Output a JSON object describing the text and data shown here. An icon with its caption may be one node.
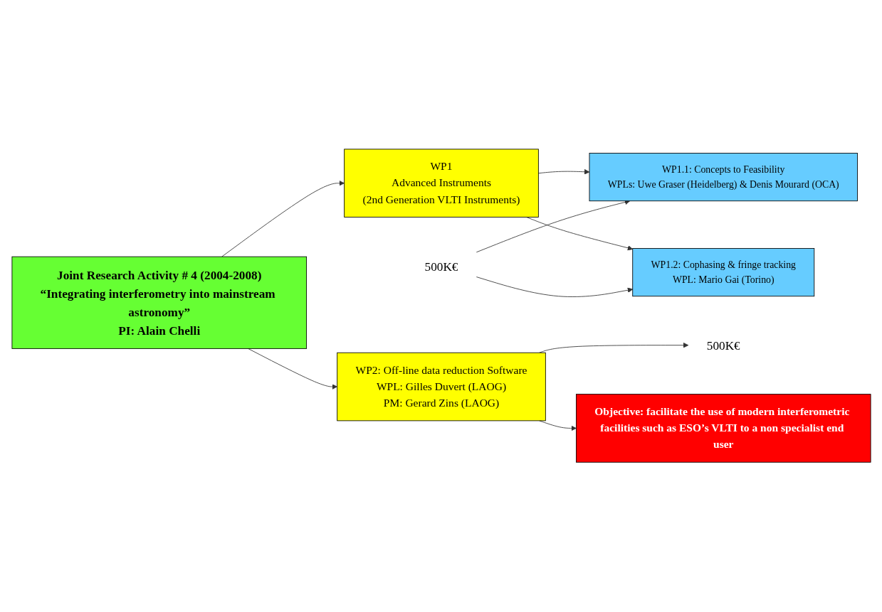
{
  "diagram": {
    "nodes": [
      {
        "text": [
          "Joint Research Activity # 4 (2004-2008)",
          "“Integrating interferometry into mainstream astronomy”",
          "PI: Alain Chelli"
        ]
      },
      {
        "text": [
          "WP1",
          "Advanced Instruments",
          "(2nd Generation VLTI Instruments)"
        ]
      },
      {
        "text": [
          "WP1.1: Concepts to Feasibility",
          "WPLs: Uwe Graser (Heidelberg) & Denis Mourard (OCA)"
        ]
      },
      {
        "text": [
          "WP1.2: Cophasing & fringe tracking",
          "WPL: Mario Gai (Torino)"
        ]
      },
      {
        "text": [
          "500K€"
        ]
      },
      {
        "text": [
          "WP2: Off-line data reduction Software",
          "WPL: Gilles Duvert (LAOG)",
          "PM: Gerard Zins (LAOG)"
        ]
      },
      {
        "text": [
          "500K€"
        ]
      },
      {
        "text": [
          "Objective: facilitate the use of modern interferometric facilities such as ESO’s VLTI to a non specialist end user"
        ]
      }
    ],
    "edges": [
      {
        "from": 0,
        "to": 1,
        "arrow": "to"
      },
      {
        "from": 0,
        "to": 5,
        "arrow": "to"
      },
      {
        "from": 1,
        "to": 2,
        "arrow": "to"
      },
      {
        "from": 1,
        "to": 3,
        "arrow": "to"
      },
      {
        "from": 4,
        "to": 2,
        "arrow": "to"
      },
      {
        "from": 4,
        "to": 3,
        "arrow": "to"
      },
      {
        "from": 5,
        "to": 6,
        "arrow": "to"
      },
      {
        "from": 5,
        "to": 7,
        "arrow": "to"
      }
    ]
  }
}
